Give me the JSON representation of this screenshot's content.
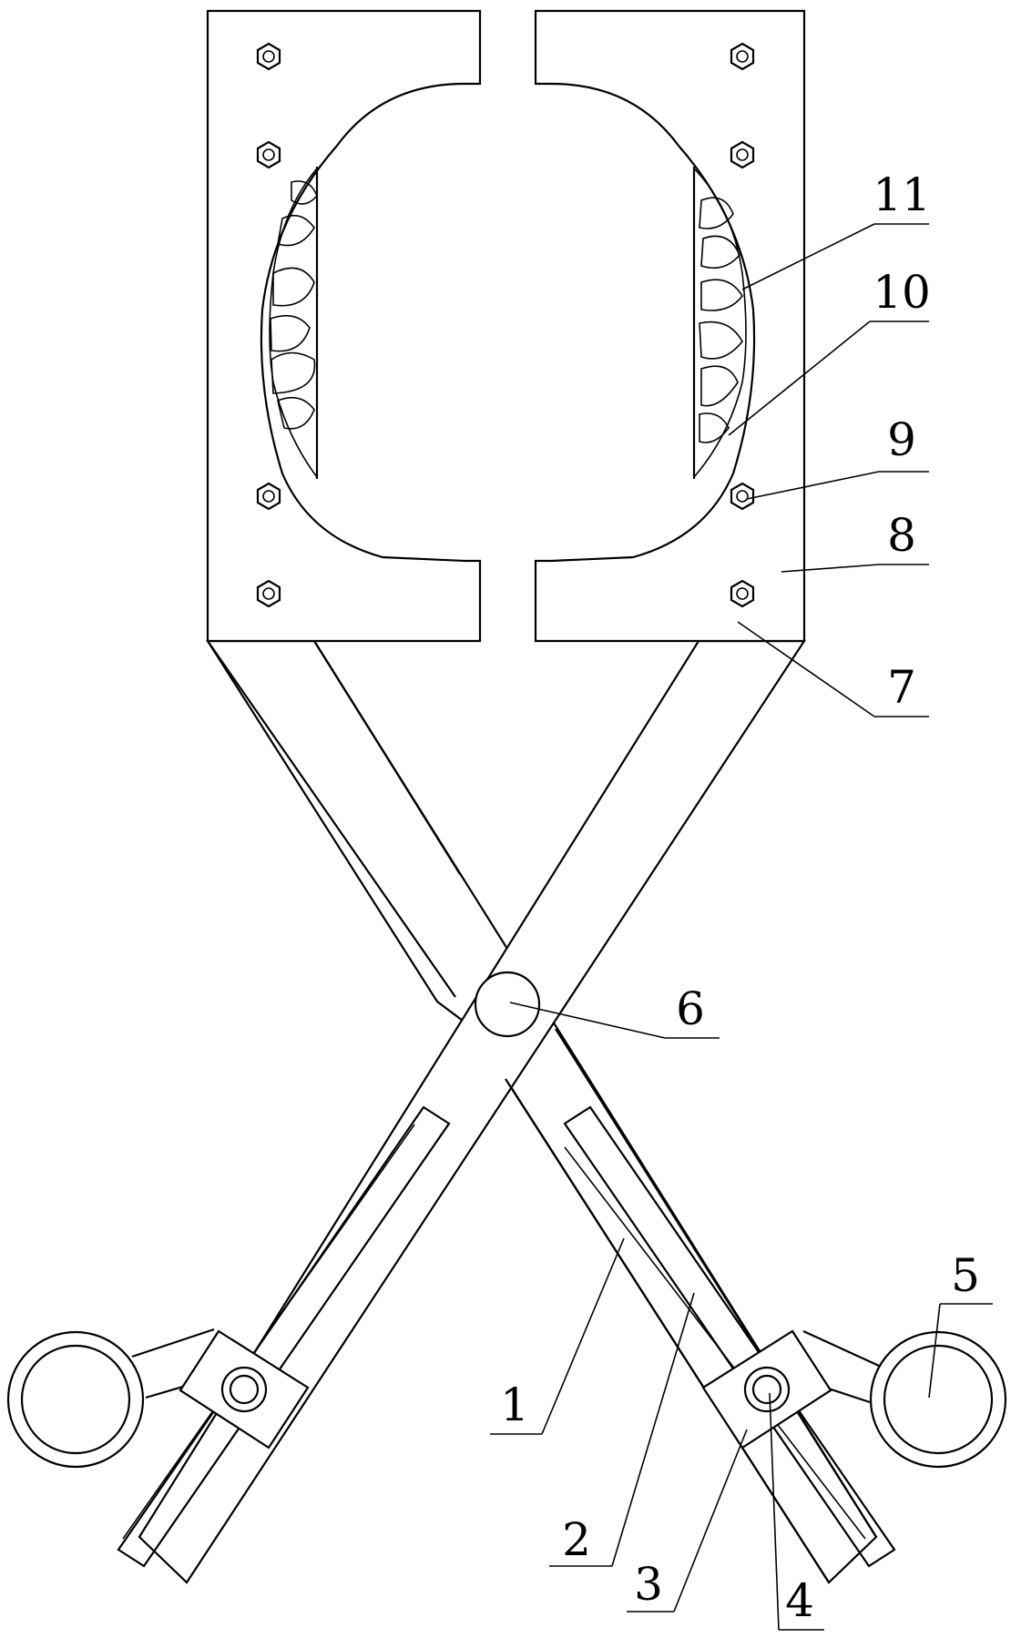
{
  "figure": {
    "callout_numbers": [
      "1",
      "2",
      "3",
      "4",
      "5",
      "6",
      "7",
      "8",
      "9",
      "10",
      "11"
    ]
  }
}
